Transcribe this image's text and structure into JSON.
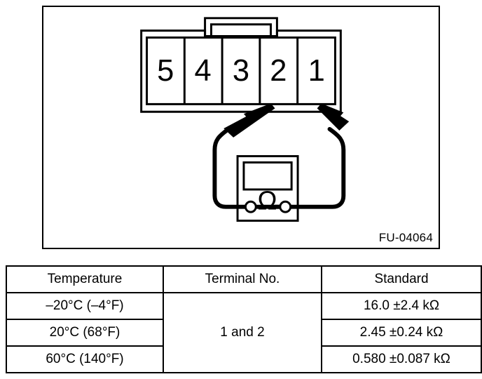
{
  "figure": {
    "caption": "FU-04064",
    "connector": {
      "name": "5-pin connector",
      "pins": [
        "5",
        "4",
        "3",
        "2",
        "1"
      ]
    },
    "meter": {
      "name": "ohmmeter",
      "symbol": "Ω",
      "probe_pins": [
        "2",
        "1"
      ]
    }
  },
  "table": {
    "headers": [
      "Temperature",
      "Terminal No.",
      "Standard"
    ],
    "terminal": "1 and 2",
    "rows": [
      {
        "temperature": "–20°C (–4°F)",
        "standard": "16.0 ±2.4 kΩ"
      },
      {
        "temperature": "20°C (68°F)",
        "standard": "2.45 ±0.24 kΩ"
      },
      {
        "temperature": "60°C (140°F)",
        "standard": "0.580 ±0.087 kΩ"
      }
    ]
  }
}
